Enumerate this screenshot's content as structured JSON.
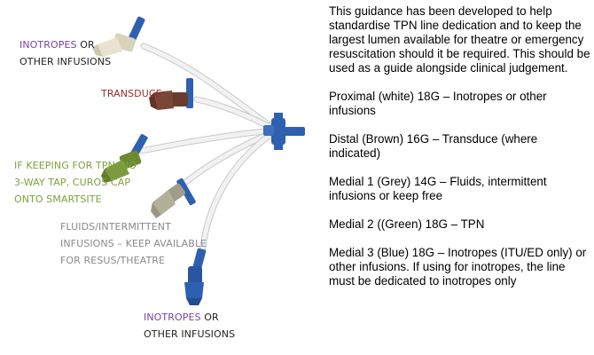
{
  "diagram": {
    "labels": {
      "inotropes_top_line1": "INOTROPES",
      "inotropes_top_or": " OR",
      "inotropes_top_line2": "OTHER INFUSIONS",
      "transduce": "TRANSDUCE",
      "tpn_line1": "IF KEEPING FOR TPN, NO",
      "tpn_line2": "3-WAY TAP, CUROS CAP",
      "tpn_line3": "ONTO SMARTSITE",
      "fluids_line1": "FLUIDS/INTERMITTENT",
      "fluids_line2": "INFUSIONS – KEEP AVAILABLE",
      "fluids_line3": "FOR RESUS/THEATRE",
      "inotropes_bottom_line1": "INOTROPES",
      "inotropes_bottom_or": " OR",
      "inotropes_bottom_line2": "OTHER INFUSIONS"
    },
    "colors": {
      "proximal": "#e8e2cf",
      "distal": "#7a4636",
      "medial1": "#b3b09a",
      "medial2": "#7e9a3e",
      "medial3": "#2f60b0",
      "clamp": "#2f60b0",
      "tubing": "#ebebeb"
    }
  },
  "guidance": {
    "intro": "This guidance has been developed to help standardise TPN line dedication and to keep the largest lumen available for theatre or emergency resuscitation should it be required.  This should be used as a guide alongside clinical judgement.",
    "proximal": "Proximal (white) 18G – Inotropes or other infusions",
    "distal": "Distal (Brown) 16G – Transduce (where indicated)",
    "medial1": "Medial 1 (Grey) 14G – Fluids, intermittent infusions or keep free",
    "medial2": "Medial 2 ((Green) 18G – TPN",
    "medial3": "Medial 3 (Blue) 18G – Inotropes (ITU/ED only) or other infusions. If using for inotropes, the line must be dedicated to inotropes only"
  }
}
